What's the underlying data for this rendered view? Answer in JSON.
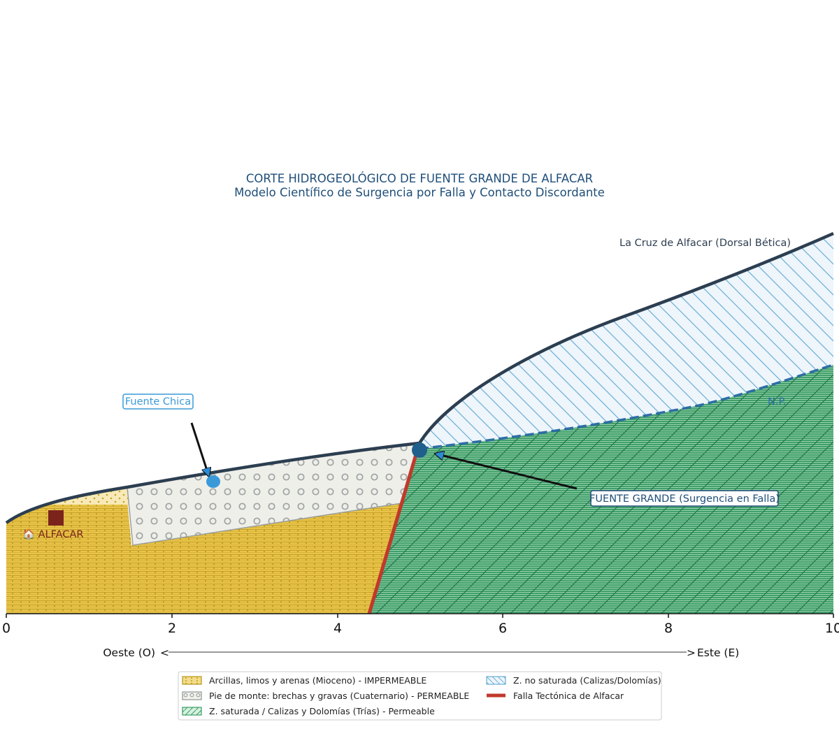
{
  "title": {
    "line1": "CORTE HIDROGEOLÓGICO DE FUENTE GRANDE DE ALFACAR",
    "line2": "Modelo Científico de Surgencia por Falla y Contacto Discordante"
  },
  "axis": {
    "ticks": [
      "0",
      "2",
      "4",
      "6",
      "8",
      "10"
    ],
    "west_label": "Oeste (O)",
    "east_label": "Este (E)",
    "arrow_left": "<",
    "arrow_right": ">"
  },
  "labels": {
    "peak": "La Cruz de Alfacar (Dorsal Bética)",
    "water_table": "N.P.",
    "fuente_chica": "Fuente Chica",
    "fuente_grande": "FUENTE GRANDE (Surgencia en Falla)",
    "town": "🏠 ALFACAR"
  },
  "legend": [
    {
      "label": "Arcillas, limos y arenas (Mioceno) - IMPERMEABLE",
      "swatch": "miocene"
    },
    {
      "label": "Pie de monte: brechas y gravas (Cuaternario) - PERMEABLE",
      "swatch": "quaternary"
    },
    {
      "label": "Z. saturada / Calizas y Dolomías (Trías) - Permeable",
      "swatch": "saturated"
    },
    {
      "label": "Z. no saturada (Calizas/Dolomías)",
      "swatch": "unsaturated"
    },
    {
      "label": "Falla Tectónica de Alfacar",
      "swatch": "fault"
    }
  ],
  "colors": {
    "title": "#1f4e79",
    "miocene": "#e8c246",
    "quaternary": "#eeeee6",
    "saturated": "#3a9e66",
    "unsaturated": "#6aaed6",
    "fault": "#c0392b",
    "surface": "#2c3e50",
    "fuente_grande_marker": "#1f5f8b",
    "fuente_chica_marker": "#3a9ad9",
    "town_marker": "#7b241c"
  },
  "icons": {
    "town": "square-marker",
    "fuente_chica": "water-dot",
    "fuente_grande": "water-dot"
  }
}
